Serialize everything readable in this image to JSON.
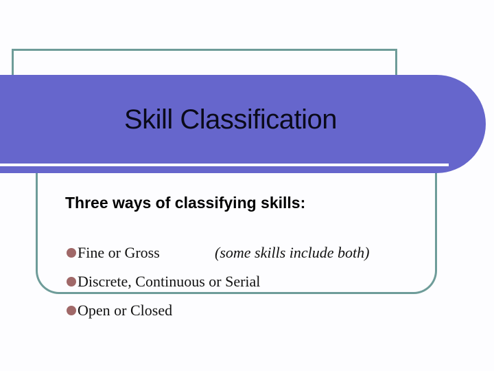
{
  "slide": {
    "title": "Skill Classification",
    "subheading": "Three ways of classifying skills:",
    "bullets": [
      {
        "text": "Fine or Gross",
        "note": "(some skills include both)"
      },
      {
        "text": "Discrete, Continuous or Serial"
      },
      {
        "text": "Open or Closed"
      }
    ],
    "colors": {
      "band": "#6666cc",
      "frame": "#6e9c99",
      "bullet": "#a06868"
    }
  }
}
